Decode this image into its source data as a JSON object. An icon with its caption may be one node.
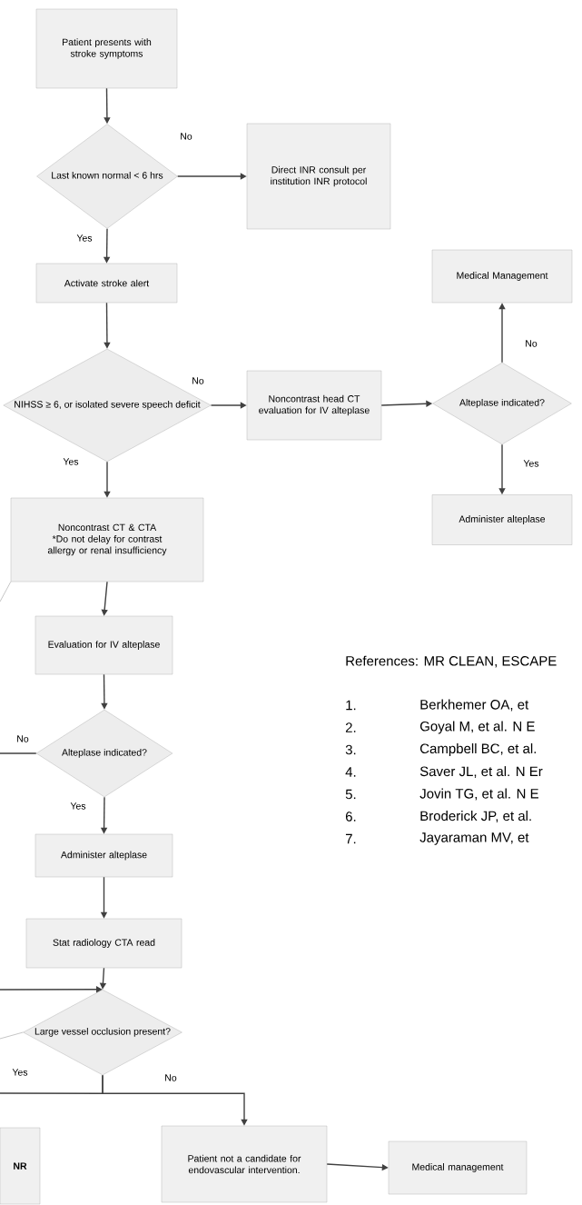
{
  "diagram": {
    "nodes": [
      {
        "text": [
          "Patient presents with stroke symptoms"
        ]
      },
      {
        "text": [
          "Last known normal < 6 hrs"
        ]
      },
      {
        "text": [
          "Direct INR consult per institution INR protocol"
        ]
      },
      {
        "text": [
          "Activate stroke alert"
        ]
      },
      {
        "text": [
          "NIHSS  ≥ 6, or isolated severe speech deficit"
        ]
      },
      {
        "text": [
          "Noncontrast head CT evaluation for IV alteplase"
        ]
      },
      {
        "text": [
          "Medical Management"
        ]
      },
      {
        "text": [
          "Alteplase indicated?"
        ]
      },
      {
        "text": [
          "Administer alteplase"
        ]
      },
      {
        "text": [
          "Noncontrast CT & CTA",
          "*Do not delay for contrast allergy or renal insufficiency"
        ]
      },
      {
        "text": [
          "Evaluation for IV alteplase"
        ]
      },
      {
        "text": [
          "Alteplase indicated?"
        ]
      },
      {
        "text": [
          "Administer alteplase"
        ]
      },
      {
        "text": [
          "Stat radiology CTA read"
        ]
      },
      {
        "text": [
          "Large vessel occlusion present?"
        ]
      },
      {
        "text": [
          "NR"
        ]
      },
      {
        "text": [
          "Patient not a candidate for endovascular intervention."
        ]
      },
      {
        "text": [
          "Medical management"
        ]
      }
    ],
    "edges": [
      {
        "from": 0,
        "to": 1,
        "arrow": "to"
      },
      {
        "from": 1,
        "to": 2,
        "arrow": "to",
        "label": "No"
      },
      {
        "from": 1,
        "to": 3,
        "arrow": "to",
        "label": "Yes"
      },
      {
        "from": 3,
        "to": 4,
        "arrow": "to"
      },
      {
        "from": 4,
        "to": 5,
        "arrow": "to",
        "label": "No"
      },
      {
        "from": 4,
        "to": 9,
        "arrow": "to",
        "label": "Yes"
      },
      {
        "from": 5,
        "to": 7,
        "arrow": "to"
      },
      {
        "from": 7,
        "to": 6,
        "arrow": "to",
        "label": "No"
      },
      {
        "from": 7,
        "to": 8,
        "arrow": "to",
        "label": "Yes"
      },
      {
        "from": 9,
        "to": 10,
        "arrow": "to"
      },
      {
        "from": 10,
        "to": 11,
        "arrow": "to"
      },
      {
        "from": 11,
        "to": null,
        "arrow": "none",
        "label": "No"
      },
      {
        "from": 11,
        "to": 12,
        "arrow": "to",
        "label": "Yes"
      },
      {
        "from": 12,
        "to": 13,
        "arrow": "to"
      },
      {
        "from": 13,
        "to": 14,
        "arrow": "to"
      },
      {
        "from": null,
        "to": 14,
        "arrow": "to"
      },
      {
        "from": 14,
        "to": null,
        "arrow": "none",
        "label": "Yes"
      },
      {
        "from": 14,
        "to": 16,
        "arrow": "to",
        "label": "No"
      },
      {
        "from": 16,
        "to": 17,
        "arrow": "to"
      },
      {
        "from": 9,
        "to": null,
        "arrow": "none",
        "color": "#b8b8b8"
      },
      {
        "from": 14,
        "to": null,
        "arrow": "none",
        "color": "#b8b8b8"
      }
    ],
    "labels": [
      "References: MR CLEAN, ESCAPE",
      "1.",
      "Berkhemer OA, et",
      "2.",
      "Goyal M, et al. N E",
      "3.",
      "Campbell BC, et al.",
      "4.",
      "Saver JL, et al. N Er",
      "5.",
      "Jovin TG, et al. N E",
      "6.",
      "Broderick JP, et al.",
      "7.",
      "Jayaraman MV, et"
    ]
  }
}
